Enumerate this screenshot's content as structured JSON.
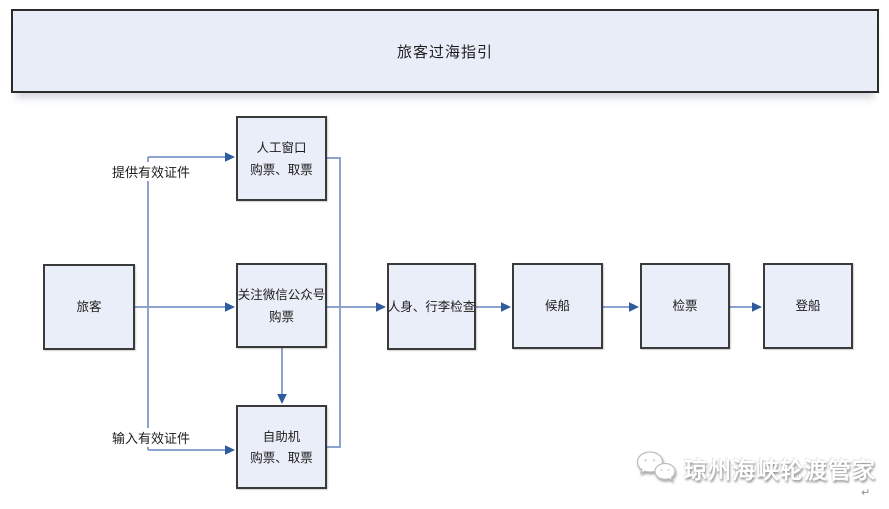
{
  "header": {
    "title": "旅客过海指引"
  },
  "flowchart": {
    "boxes": {
      "passenger": {
        "lines": [
          "旅客"
        ]
      },
      "manual_window": {
        "lines": [
          "人工窗口",
          "购票、取票"
        ]
      },
      "wechat_account": {
        "lines": [
          "关注微信公众号",
          "购票"
        ]
      },
      "self_service": {
        "lines": [
          "自助机",
          "购票、取票"
        ]
      },
      "inspection": {
        "lines": [
          "人身、行李检查"
        ]
      },
      "waiting": {
        "lines": [
          "候船"
        ]
      },
      "ticket_check": {
        "lines": [
          "检票"
        ]
      },
      "boarding": {
        "lines": [
          "登船"
        ]
      }
    },
    "edge_labels": {
      "provide_id": "提供有效证件",
      "input_id": "输入有效证件"
    }
  },
  "watermark": {
    "icon": "wechat-logo-icon",
    "text": "琼州海峡轮渡管家",
    "return_mark": "↵"
  },
  "colors": {
    "title_fill": "#e9edf7",
    "box_fill": "#eaeef8",
    "box_border": "#3a3a3a",
    "connector": "#8ca4cd",
    "arrowhead": "#2d5b9b",
    "text": "#1c1c1c"
  }
}
